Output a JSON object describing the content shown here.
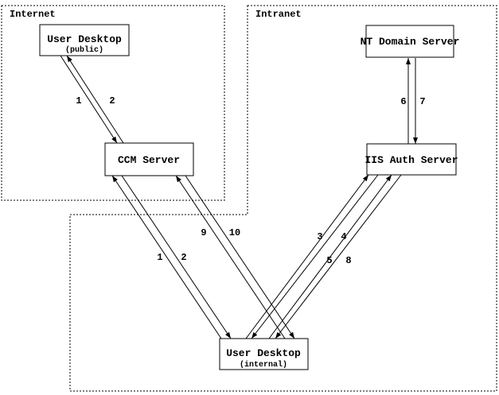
{
  "colors": {
    "background": "#ffffff",
    "stroke": "#000000",
    "text": "#000000"
  },
  "diagram": {
    "regions": [
      {
        "id": "internet",
        "label": "Internet"
      },
      {
        "id": "intranet",
        "label": "Intranet"
      }
    ],
    "nodes": [
      {
        "id": "user-desktop-public",
        "title": "User Desktop",
        "subtitle": "(public)"
      },
      {
        "id": "nt-domain-server",
        "title": "NT Domain Server",
        "subtitle": ""
      },
      {
        "id": "ccm-server",
        "title": "CCM Server",
        "subtitle": ""
      },
      {
        "id": "iis-auth-server",
        "title": "IIS Auth Server",
        "subtitle": ""
      },
      {
        "id": "user-desktop-internal",
        "title": "User Desktop",
        "subtitle": "(internal)"
      }
    ],
    "arrows": [
      {
        "label": "1",
        "from": "user-desktop-public",
        "to": "ccm-server"
      },
      {
        "label": "2",
        "from": "ccm-server",
        "to": "user-desktop-public"
      },
      {
        "label": "1",
        "from": "user-desktop-internal",
        "to": "ccm-server"
      },
      {
        "label": "2",
        "from": "ccm-server",
        "to": "user-desktop-internal"
      },
      {
        "label": "9",
        "from": "user-desktop-internal",
        "to": "ccm-server"
      },
      {
        "label": "10",
        "from": "ccm-server",
        "to": "user-desktop-internal"
      },
      {
        "label": "3",
        "from": "user-desktop-internal",
        "to": "iis-auth-server"
      },
      {
        "label": "4",
        "from": "iis-auth-server",
        "to": "user-desktop-internal"
      },
      {
        "label": "5",
        "from": "user-desktop-internal",
        "to": "iis-auth-server"
      },
      {
        "label": "8",
        "from": "iis-auth-server",
        "to": "user-desktop-internal"
      },
      {
        "label": "6",
        "from": "iis-auth-server",
        "to": "nt-domain-server"
      },
      {
        "label": "7",
        "from": "nt-domain-server",
        "to": "iis-auth-server"
      }
    ]
  }
}
